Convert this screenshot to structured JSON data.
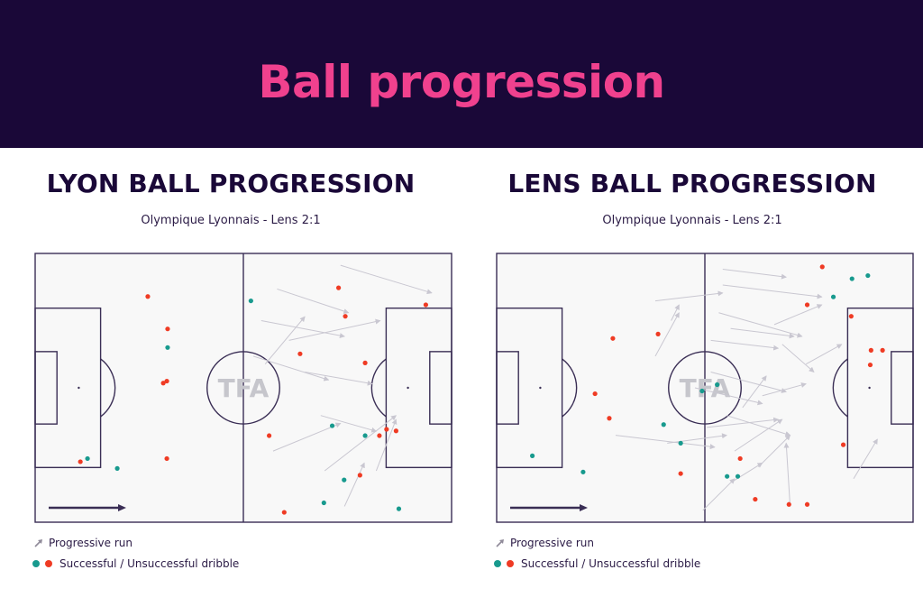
{
  "header": {
    "title": "Ball progression",
    "bg_color": "#1a0838",
    "title_color": "#f0418e"
  },
  "colors": {
    "successful": "#189a8e",
    "unsuccessful": "#ef3b24",
    "run": "#c9c7d1",
    "pitch_line": "#3a2e55",
    "pitch_fill": "#f8f8f8",
    "watermark": "#c6c6cc"
  },
  "legend": {
    "run_label": "Progressive run",
    "dribble_label": "Successful / Unsuccessful dribble"
  },
  "watermark": "TFA",
  "chart_data": [
    {
      "type": "scatter",
      "title": "LYON BALL PROGRESSION",
      "subtitle": "Olympique Lyonnais - Lens 2:1",
      "xlim": [
        0,
        105
      ],
      "ylim": [
        0,
        68
      ],
      "attack_direction": "left-to-right",
      "dribbles": [
        {
          "x": 28.4,
          "y": 57.1,
          "ok": false
        },
        {
          "x": 33.4,
          "y": 48.9,
          "ok": false
        },
        {
          "x": 54.4,
          "y": 56.0,
          "ok": true
        },
        {
          "x": 33.4,
          "y": 44.2,
          "ok": true
        },
        {
          "x": 32.3,
          "y": 35.2,
          "ok": false
        },
        {
          "x": 33.2,
          "y": 35.7,
          "ok": false
        },
        {
          "x": 11.4,
          "y": 15.3,
          "ok": false
        },
        {
          "x": 13.2,
          "y": 16.1,
          "ok": true
        },
        {
          "x": 20.7,
          "y": 13.6,
          "ok": true
        },
        {
          "x": 33.2,
          "y": 16.1,
          "ok": false
        },
        {
          "x": 76.5,
          "y": 59.3,
          "ok": false
        },
        {
          "x": 78.2,
          "y": 52.1,
          "ok": false
        },
        {
          "x": 98.5,
          "y": 55.0,
          "ok": false
        },
        {
          "x": 66.8,
          "y": 42.6,
          "ok": false
        },
        {
          "x": 83.2,
          "y": 40.3,
          "ok": false
        },
        {
          "x": 74.9,
          "y": 24.4,
          "ok": true
        },
        {
          "x": 59.0,
          "y": 21.9,
          "ok": false
        },
        {
          "x": 83.2,
          "y": 21.9,
          "ok": true
        },
        {
          "x": 86.8,
          "y": 21.9,
          "ok": false
        },
        {
          "x": 88.6,
          "y": 23.5,
          "ok": false
        },
        {
          "x": 91.0,
          "y": 23.1,
          "ok": false
        },
        {
          "x": 81.9,
          "y": 11.9,
          "ok": false
        },
        {
          "x": 77.9,
          "y": 10.7,
          "ok": true
        },
        {
          "x": 72.8,
          "y": 4.9,
          "ok": true
        },
        {
          "x": 91.7,
          "y": 3.4,
          "ok": true
        },
        {
          "x": 62.8,
          "y": 2.5,
          "ok": false
        }
      ],
      "runs": [
        {
          "x1": 77,
          "y1": 65,
          "x2": 100,
          "y2": 58
        },
        {
          "x1": 61,
          "y1": 59,
          "x2": 79,
          "y2": 53
        },
        {
          "x1": 57,
          "y1": 51,
          "x2": 78,
          "y2": 47
        },
        {
          "x1": 64,
          "y1": 46,
          "x2": 87,
          "y2": 51
        },
        {
          "x1": 55,
          "y1": 42,
          "x2": 74,
          "y2": 36
        },
        {
          "x1": 58,
          "y1": 40,
          "x2": 68,
          "y2": 52
        },
        {
          "x1": 68,
          "y1": 38,
          "x2": 85,
          "y2": 35
        },
        {
          "x1": 72,
          "y1": 27,
          "x2": 86,
          "y2": 23
        },
        {
          "x1": 60,
          "y1": 18,
          "x2": 77,
          "y2": 25
        },
        {
          "x1": 73,
          "y1": 13,
          "x2": 91,
          "y2": 27
        },
        {
          "x1": 78,
          "y1": 4,
          "x2": 83,
          "y2": 15
        },
        {
          "x1": 86,
          "y1": 13,
          "x2": 91,
          "y2": 26
        }
      ]
    },
    {
      "type": "scatter",
      "title": "LENS BALL PROGRESSION",
      "subtitle": "Olympique Lyonnais - Lens 2:1",
      "xlim": [
        0,
        105
      ],
      "ylim": [
        0,
        68
      ],
      "attack_direction": "left-to-right",
      "dribbles": [
        {
          "x": 82.1,
          "y": 64.6,
          "ok": false
        },
        {
          "x": 89.6,
          "y": 61.6,
          "ok": true
        },
        {
          "x": 93.6,
          "y": 62.4,
          "ok": true
        },
        {
          "x": 78.3,
          "y": 55.0,
          "ok": false
        },
        {
          "x": 84.9,
          "y": 57.0,
          "ok": true
        },
        {
          "x": 89.4,
          "y": 52.1,
          "ok": false
        },
        {
          "x": 40.7,
          "y": 47.6,
          "ok": false
        },
        {
          "x": 29.3,
          "y": 46.5,
          "ok": false
        },
        {
          "x": 94.4,
          "y": 43.5,
          "ok": false
        },
        {
          "x": 97.3,
          "y": 43.5,
          "ok": false
        },
        {
          "x": 94.2,
          "y": 39.8,
          "ok": false
        },
        {
          "x": 55.6,
          "y": 34.8,
          "ok": true
        },
        {
          "x": 51.8,
          "y": 33.2,
          "ok": true
        },
        {
          "x": 24.8,
          "y": 32.5,
          "ok": false
        },
        {
          "x": 28.4,
          "y": 26.3,
          "ok": false
        },
        {
          "x": 42.1,
          "y": 24.7,
          "ok": true
        },
        {
          "x": 46.4,
          "y": 20.0,
          "ok": true
        },
        {
          "x": 9.0,
          "y": 16.8,
          "ok": true
        },
        {
          "x": 21.8,
          "y": 12.7,
          "ok": true
        },
        {
          "x": 46.4,
          "y": 12.3,
          "ok": false
        },
        {
          "x": 61.4,
          "y": 16.1,
          "ok": false
        },
        {
          "x": 58.1,
          "y": 11.6,
          "ok": true
        },
        {
          "x": 60.8,
          "y": 11.6,
          "ok": true
        },
        {
          "x": 87.4,
          "y": 19.6,
          "ok": false
        },
        {
          "x": 65.2,
          "y": 5.8,
          "ok": false
        },
        {
          "x": 73.7,
          "y": 4.5,
          "ok": false
        },
        {
          "x": 78.3,
          "y": 4.5,
          "ok": false
        }
      ],
      "runs": [
        {
          "x1": 57,
          "y1": 64,
          "x2": 73,
          "y2": 62
        },
        {
          "x1": 57,
          "y1": 60,
          "x2": 82,
          "y2": 57
        },
        {
          "x1": 40,
          "y1": 56,
          "x2": 57,
          "y2": 58
        },
        {
          "x1": 44,
          "y1": 51,
          "x2": 46,
          "y2": 55
        },
        {
          "x1": 40,
          "y1": 42,
          "x2": 46,
          "y2": 53
        },
        {
          "x1": 56,
          "y1": 53,
          "x2": 77,
          "y2": 47
        },
        {
          "x1": 59,
          "y1": 49,
          "x2": 75,
          "y2": 47
        },
        {
          "x1": 54,
          "y1": 46,
          "x2": 71,
          "y2": 44
        },
        {
          "x1": 70,
          "y1": 50,
          "x2": 82,
          "y2": 55
        },
        {
          "x1": 72,
          "y1": 45,
          "x2": 80,
          "y2": 38
        },
        {
          "x1": 78,
          "y1": 40,
          "x2": 87,
          "y2": 45
        },
        {
          "x1": 54,
          "y1": 38,
          "x2": 73,
          "y2": 33
        },
        {
          "x1": 50,
          "y1": 34,
          "x2": 67,
          "y2": 30
        },
        {
          "x1": 67,
          "y1": 32,
          "x2": 78,
          "y2": 35
        },
        {
          "x1": 58,
          "y1": 27,
          "x2": 74,
          "y2": 22
        },
        {
          "x1": 53,
          "y1": 24,
          "x2": 71,
          "y2": 26
        },
        {
          "x1": 62,
          "y1": 29,
          "x2": 68,
          "y2": 37
        },
        {
          "x1": 30,
          "y1": 22,
          "x2": 55,
          "y2": 19
        },
        {
          "x1": 43,
          "y1": 20,
          "x2": 58,
          "y2": 22
        },
        {
          "x1": 60,
          "y1": 18,
          "x2": 72,
          "y2": 26
        },
        {
          "x1": 66,
          "y1": 14,
          "x2": 74,
          "y2": 22
        },
        {
          "x1": 74,
          "y1": 4,
          "x2": 73,
          "y2": 20
        },
        {
          "x1": 90,
          "y1": 11,
          "x2": 96,
          "y2": 21
        },
        {
          "x1": 59,
          "y1": 10,
          "x2": 67,
          "y2": 15
        },
        {
          "x1": 52,
          "y1": 3,
          "x2": 60,
          "y2": 11
        }
      ]
    }
  ]
}
